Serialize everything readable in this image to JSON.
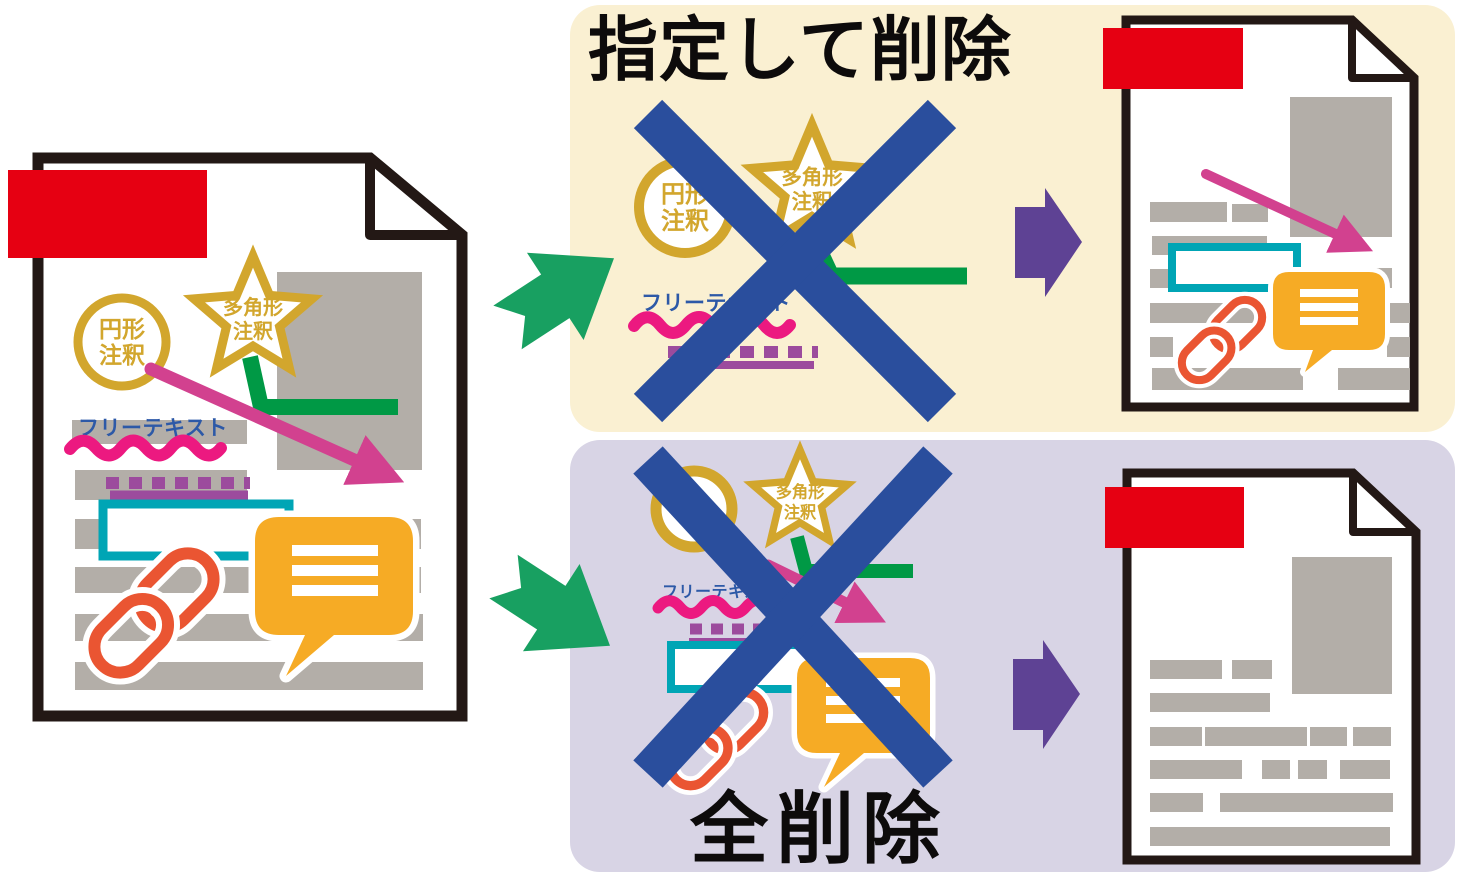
{
  "titles": {
    "specified_delete": "指定して削除",
    "delete_all": "全削除"
  },
  "annotation_labels": {
    "circle_line1": "円形",
    "circle_line2": "注釈",
    "polygon_line1": "多角形",
    "polygon_line2": "注釈",
    "free_text": "フリーテキスト"
  },
  "colors": {
    "panel_specified_bg": "#faf0d2",
    "panel_all_bg": "#d8d4e5",
    "redaction_red": "#e60012",
    "document_outline": "#231815",
    "text_line_gray": "#b3aea8",
    "annotation_gold": "#d2a62d",
    "polyline_green": "#009945",
    "flow_arrow_green": "#18a061",
    "arrow_magenta": "#d2418f",
    "free_text_blue": "#2d59a7",
    "wavy_pink": "#ec1980",
    "underline_purple": "#9c4b9d",
    "link_frame_teal": "#00a5b5",
    "chain_orange": "#ea5532",
    "speech_bubble_yellow": "#f6ab25",
    "cross_out_blue": "#2a4e9d",
    "flow_arrow_purple": "#5e4294"
  }
}
